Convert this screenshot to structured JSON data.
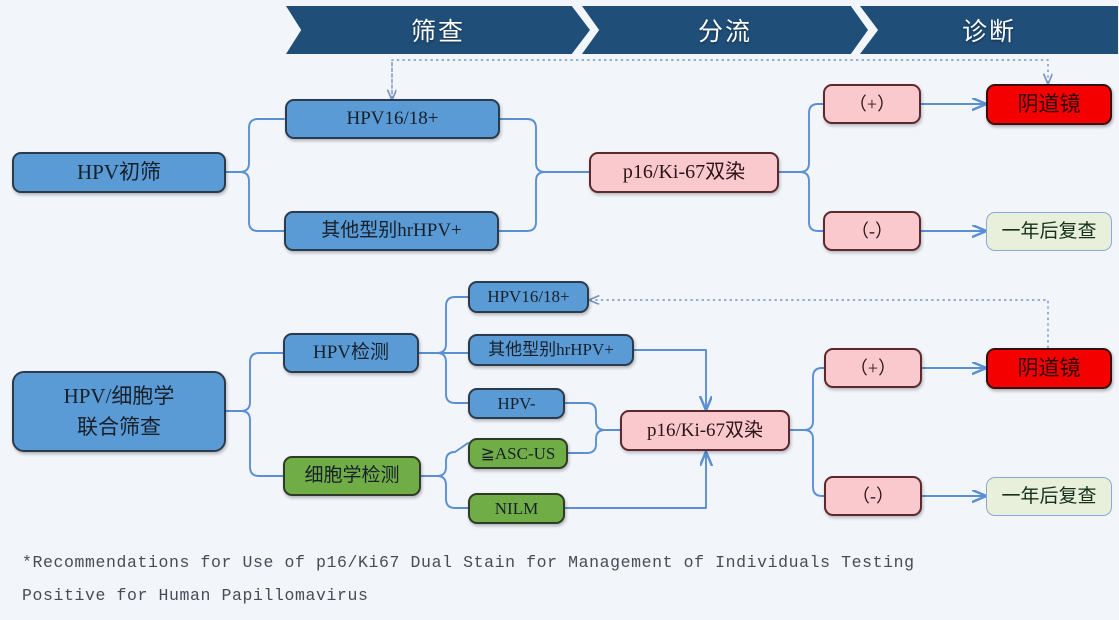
{
  "header": {
    "steps": [
      {
        "label": "筛查",
        "name": "screening"
      },
      {
        "label": "分流",
        "name": "triage"
      },
      {
        "label": "诊断",
        "name": "diagnosis"
      }
    ]
  },
  "colors": {
    "background": "#f2f6fb",
    "header_navy": "#1f4e79",
    "blue_node": "#5b9bd5",
    "green_node": "#70ad47",
    "pink_node": "#f9c9ce",
    "red_node": "#f40000",
    "pale_green_node": "#e8f0dc",
    "connector_blue": "#5b8fd4"
  },
  "flow_top": {
    "root": "HPV初筛",
    "branches": [
      "HPV16/18+",
      "其他型别hrHPV+"
    ],
    "triage": "p16/Ki-67双染",
    "results": [
      "（+）",
      "（-）"
    ],
    "outcomes": [
      "阴道镜",
      "一年后复查"
    ]
  },
  "flow_bottom": {
    "root": "HPV/细胞学\n联合筛查",
    "tests": [
      "HPV检测",
      "细胞学检测"
    ],
    "hpv_results": [
      "HPV16/18+",
      "其他型别hrHPV+",
      "HPV-"
    ],
    "cytology_results": [
      "≧ASC-US",
      "NILM"
    ],
    "triage": "p16/Ki-67双染",
    "results": [
      "（+）",
      "（-）"
    ],
    "outcomes": [
      "阴道镜",
      "一年后复查"
    ]
  },
  "footnote": {
    "line1": "*Recommendations for Use of p16/Ki67 Dual Stain for Management of Individuals Testing",
    "line2": "Positive for Human Papillomavirus"
  }
}
